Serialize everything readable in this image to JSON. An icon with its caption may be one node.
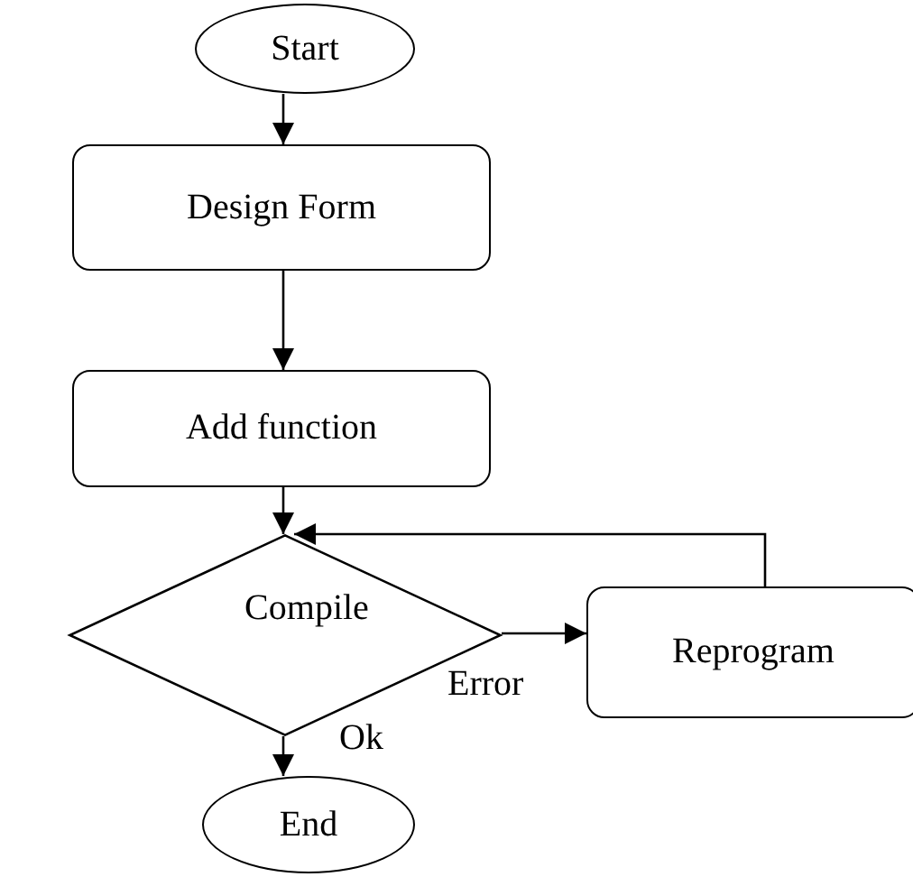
{
  "diagram": {
    "nodes": [
      {
        "text": [
          "Start"
        ]
      },
      {
        "text": [
          "Design Form"
        ]
      },
      {
        "text": [
          "Add function"
        ]
      },
      {
        "text": [
          "Compile"
        ]
      },
      {
        "text": [
          "Reprogram"
        ]
      },
      {
        "text": [
          "End"
        ]
      }
    ],
    "edges": [
      {
        "from": 0,
        "to": 1,
        "arrow": "to"
      },
      {
        "from": 1,
        "to": 2,
        "arrow": "to"
      },
      {
        "from": 2,
        "to": 3,
        "arrow": "to"
      },
      {
        "from": 3,
        "to": 4,
        "arrow": "to",
        "label": "Error"
      },
      {
        "from": 3,
        "to": 5,
        "arrow": "to",
        "label": "Ok"
      },
      {
        "from": 4,
        "to": 3,
        "arrow": "to"
      }
    ]
  }
}
